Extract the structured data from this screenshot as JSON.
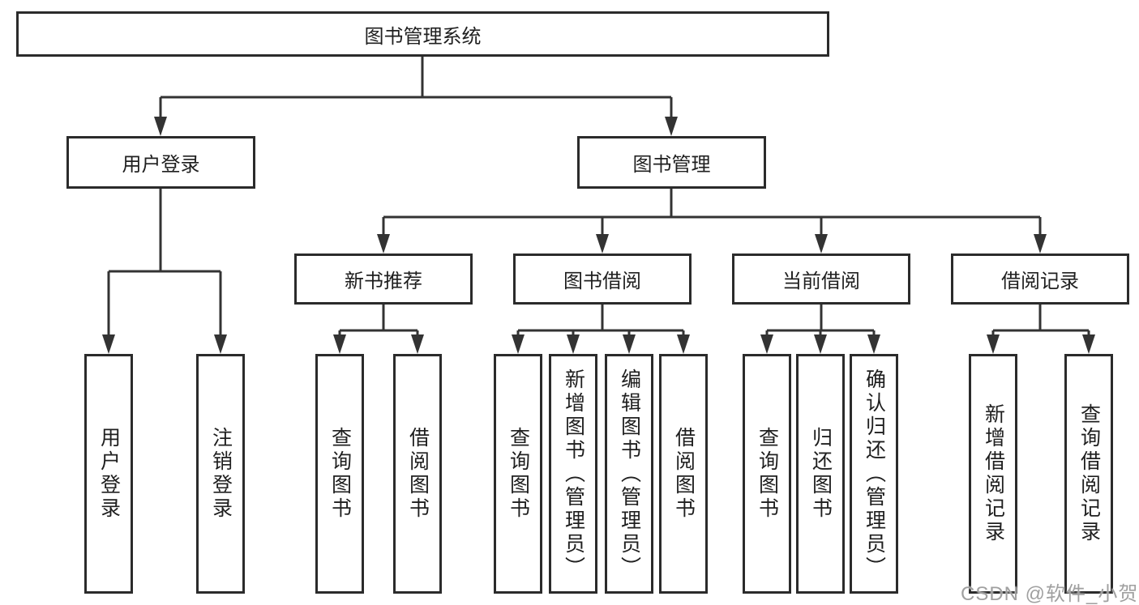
{
  "diagram": {
    "root": {
      "label": "图书管理系统"
    },
    "level2": [
      {
        "label": "用户登录"
      },
      {
        "label": "图书管理"
      }
    ],
    "level3": [
      {
        "label": "新书推荐"
      },
      {
        "label": "图书借阅"
      },
      {
        "label": "当前借阅"
      },
      {
        "label": "借阅记录"
      }
    ],
    "leaves": {
      "user_login": [
        {
          "label": "用户登录"
        },
        {
          "label": "注销登录"
        }
      ],
      "new_book": [
        {
          "label": "查询图书"
        },
        {
          "label": "借阅图书"
        }
      ],
      "book_borrow": [
        {
          "label": "查询图书"
        },
        {
          "label": "新增图书（管理员）"
        },
        {
          "label": "编辑图书（管理员）"
        },
        {
          "label": "借阅图书"
        }
      ],
      "current_borrow": [
        {
          "label": "查询图书"
        },
        {
          "label": "归还图书"
        },
        {
          "label": "确认归还（管理员）"
        }
      ],
      "records": [
        {
          "label": "新增借阅记录"
        },
        {
          "label": "查询借阅记录"
        }
      ]
    }
  },
  "watermark": {
    "text": "CSDN @软件_小贺同学"
  },
  "colors": {
    "line": "#333333",
    "border": "#2b2b2b",
    "text": "#1f1f1f",
    "watermark": "#a0a0a0",
    "background": "#ffffff"
  }
}
